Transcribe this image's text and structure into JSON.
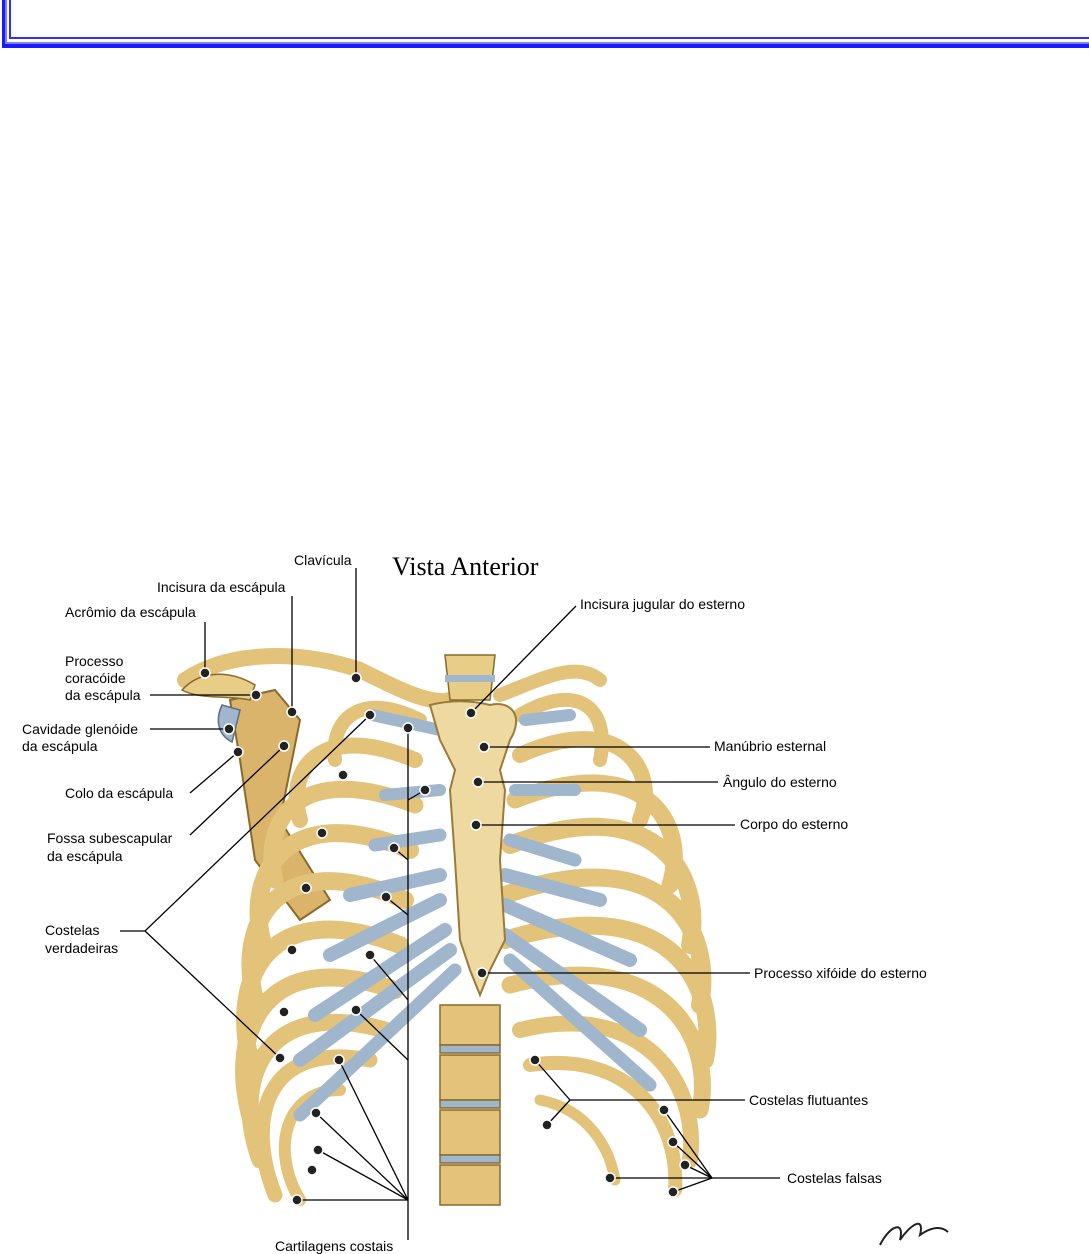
{
  "figure": {
    "title": "Vista Anterior",
    "labels": {
      "clavicula": "Clavícula",
      "incisura_escapula": "Incisura da escápula",
      "acromio": "Acrômio da escápula",
      "coracoide_1": "Processo",
      "coracoide_2": "coracóide",
      "coracoide_3": "da escápula",
      "glenoide_1": "Cavidade glenóide",
      "glenoide_2": "da escápula",
      "colo": "Colo da escápula",
      "fossa_1": "Fossa subescapular",
      "fossa_2": "da escápula",
      "verdadeiras_1": "Costelas",
      "verdadeiras_2": "verdadeiras",
      "cartilagens": "Cartilagens costais",
      "incisura_jugular": "Incisura jugular do esterno",
      "manubrio": "Manúbrio esternal",
      "angulo": "Ângulo do esterno",
      "corpo": "Corpo do esterno",
      "xifoide": "Processo xifóide do esterno",
      "flutuantes": "Costelas flutuantes",
      "falsas": "Costelas falsas"
    },
    "colors": {
      "bone": "#e9d08a",
      "bone_dark": "#b08a3a",
      "cartilage": "#9fb6cc",
      "frame_blue": "#1a1aff"
    }
  }
}
